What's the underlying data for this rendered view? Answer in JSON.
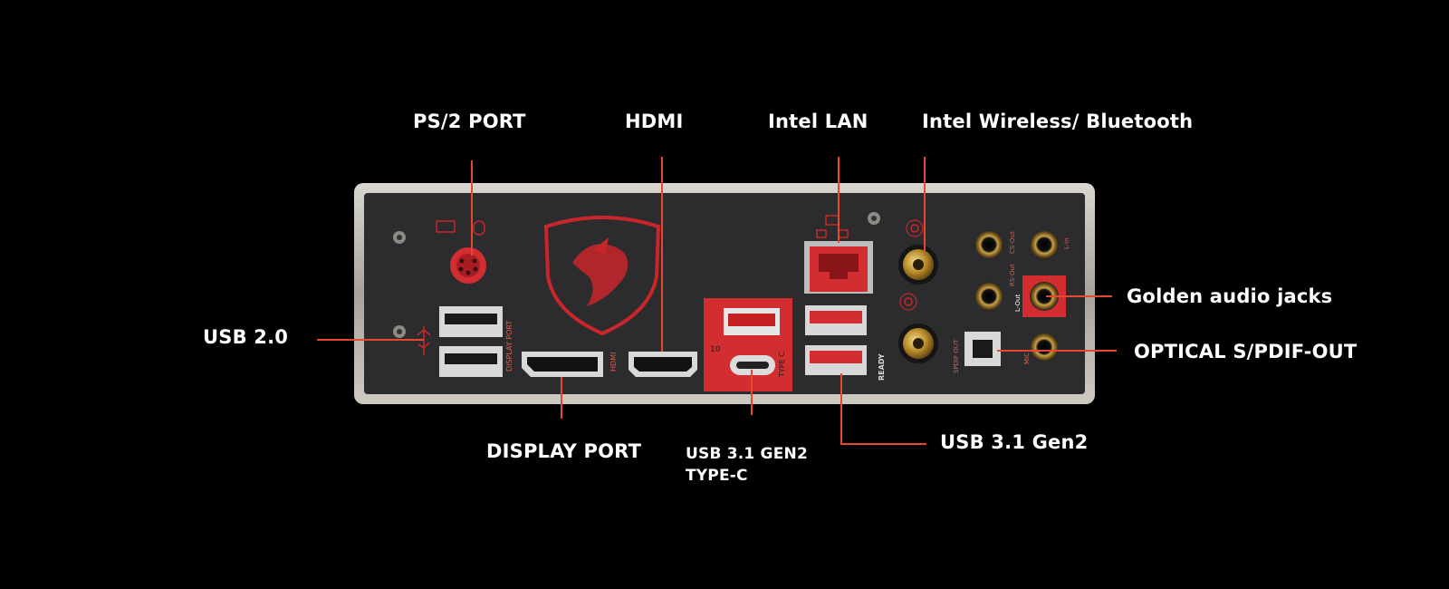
{
  "callouts": {
    "ps2": "PS/2 PORT",
    "hdmi": "HDMI",
    "intel_lan": "Intel LAN",
    "wireless": "Intel Wireless/ Bluetooth",
    "usb20": "USB 2.0",
    "golden_audio": "Golden audio jacks",
    "optical": "OPTICAL S/PDIF-OUT",
    "display_port": "DISPLAY PORT",
    "usb31_typec_line1": "USB 3.1 GEN2",
    "usb31_typec_line2": "TYPE-C",
    "usb31_gen2": "USB 3.1 Gen2"
  },
  "panel_printing": {
    "display_port": "DISPLAY PORT",
    "hdmi": "HDMI",
    "type_c": "TYPE C",
    "ss_speed": "10",
    "spdif_out": "SPDIF OUT",
    "vr_ready": "READY",
    "rs_out": "RS-Out",
    "cs_out": "CS-Out",
    "line_in": "L-in",
    "line_out": "L-Out",
    "mic": "MIC"
  },
  "colors": {
    "background": "#000000",
    "callout_line": "#e8472f",
    "panel": "#2c2c2e",
    "brand_red": "#c8262a"
  }
}
